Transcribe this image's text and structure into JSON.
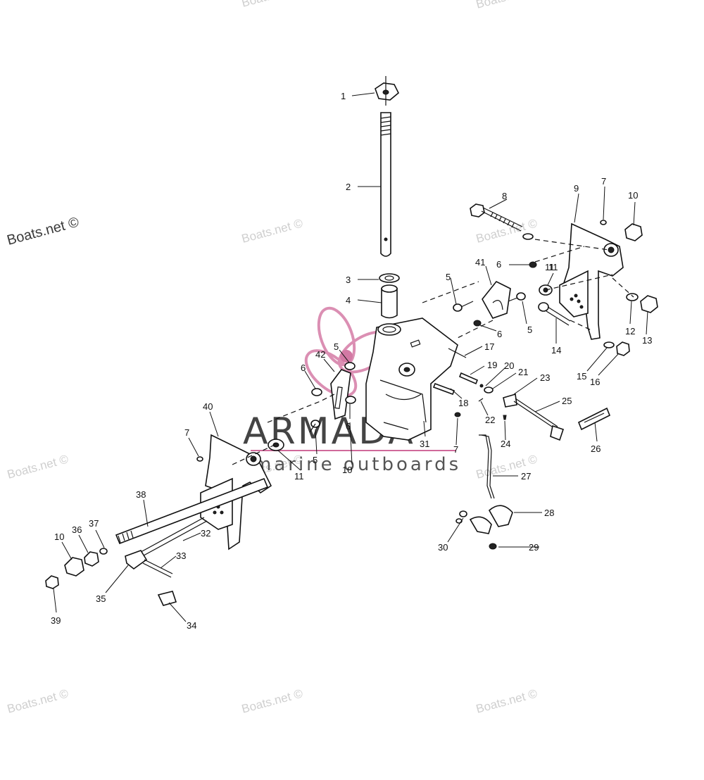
{
  "watermarks": {
    "site": "Boats.net ©",
    "site_main": "Boats.net ©"
  },
  "brand": {
    "name": "ARMADA",
    "tagline": "marine outboards"
  },
  "callouts": [
    "1",
    "2",
    "3",
    "4",
    "5",
    "5",
    "5",
    "6",
    "6",
    "6",
    "7",
    "7",
    "7",
    "8",
    "9",
    "10",
    "10",
    "10",
    "11",
    "11",
    "12",
    "13",
    "14",
    "15",
    "16",
    "17",
    "18",
    "19",
    "20",
    "21",
    "22",
    "23",
    "24",
    "25",
    "26",
    "27",
    "28",
    "29",
    "30",
    "31",
    "32",
    "33",
    "34",
    "35",
    "36",
    "37",
    "38",
    "39",
    "40",
    "41",
    "42"
  ]
}
